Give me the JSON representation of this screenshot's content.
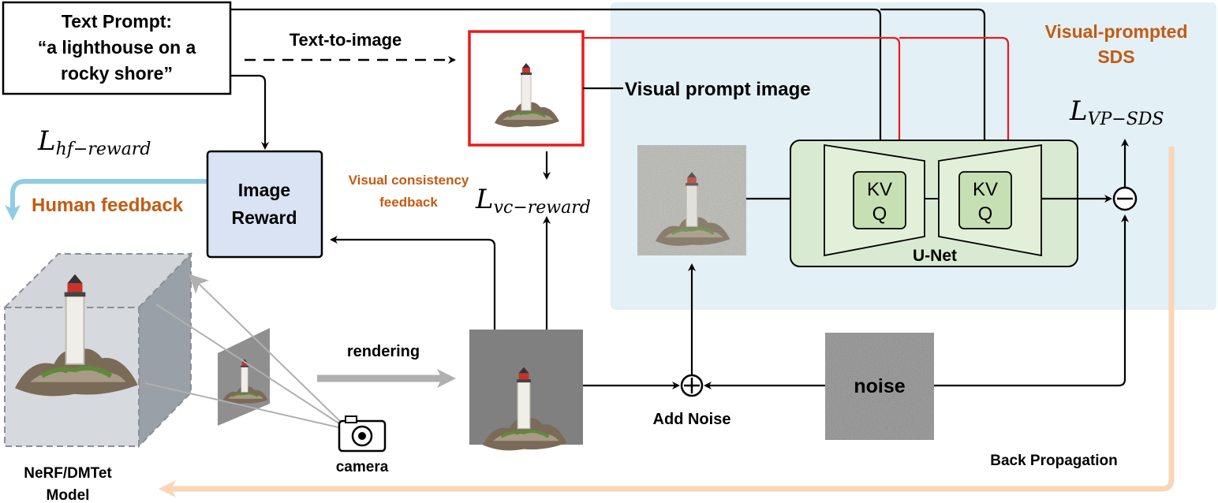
{
  "text_prompt": {
    "title": "Text Prompt:",
    "line1": "“a lighthouse on a",
    "line2": "rocky shore”"
  },
  "text_to_image_label": "Text-to-image",
  "visual_prompt_image_label": "Visual prompt image",
  "vp_sds_section": {
    "title_line1": "Visual-prompted",
    "title_line2": "SDS"
  },
  "losses": {
    "hf_reward": {
      "symbol": "L",
      "sub": "hf−reward"
    },
    "vc_reward": {
      "symbol": "L",
      "sub": "vc−reward"
    },
    "vp_sds": {
      "symbol": "L",
      "sub": "VP−SDS"
    }
  },
  "human_feedback_label": "Human feedback",
  "image_reward": {
    "line1": "Image",
    "line2": "Reward"
  },
  "visual_consistency": {
    "line1": "Visual consistency",
    "line2": "feedback"
  },
  "unet": {
    "label": "U-Net",
    "block1": {
      "kv": "KV",
      "q": "Q"
    },
    "block2": {
      "kv": "KV",
      "q": "Q"
    }
  },
  "rendering_label": "rendering",
  "noise_label": "noise",
  "add_noise_label": "Add Noise",
  "camera_label": "camera",
  "model_label": {
    "line1": "NeRF/DMTet",
    "line2": "Model"
  },
  "back_propagation_label": "Back Propagation",
  "colors": {
    "panel_bg": "#e3f0f6",
    "unet_bg": "#d9ead3",
    "kv_bg": "#c6e0b4",
    "reward_bg": "#dae3f3",
    "human_feedback_arrow": "#8fcde4",
    "back_propagation_arrow": "#fbd5b5",
    "red_arrow": "#e81c1c",
    "orange_text": "#c55a11"
  }
}
